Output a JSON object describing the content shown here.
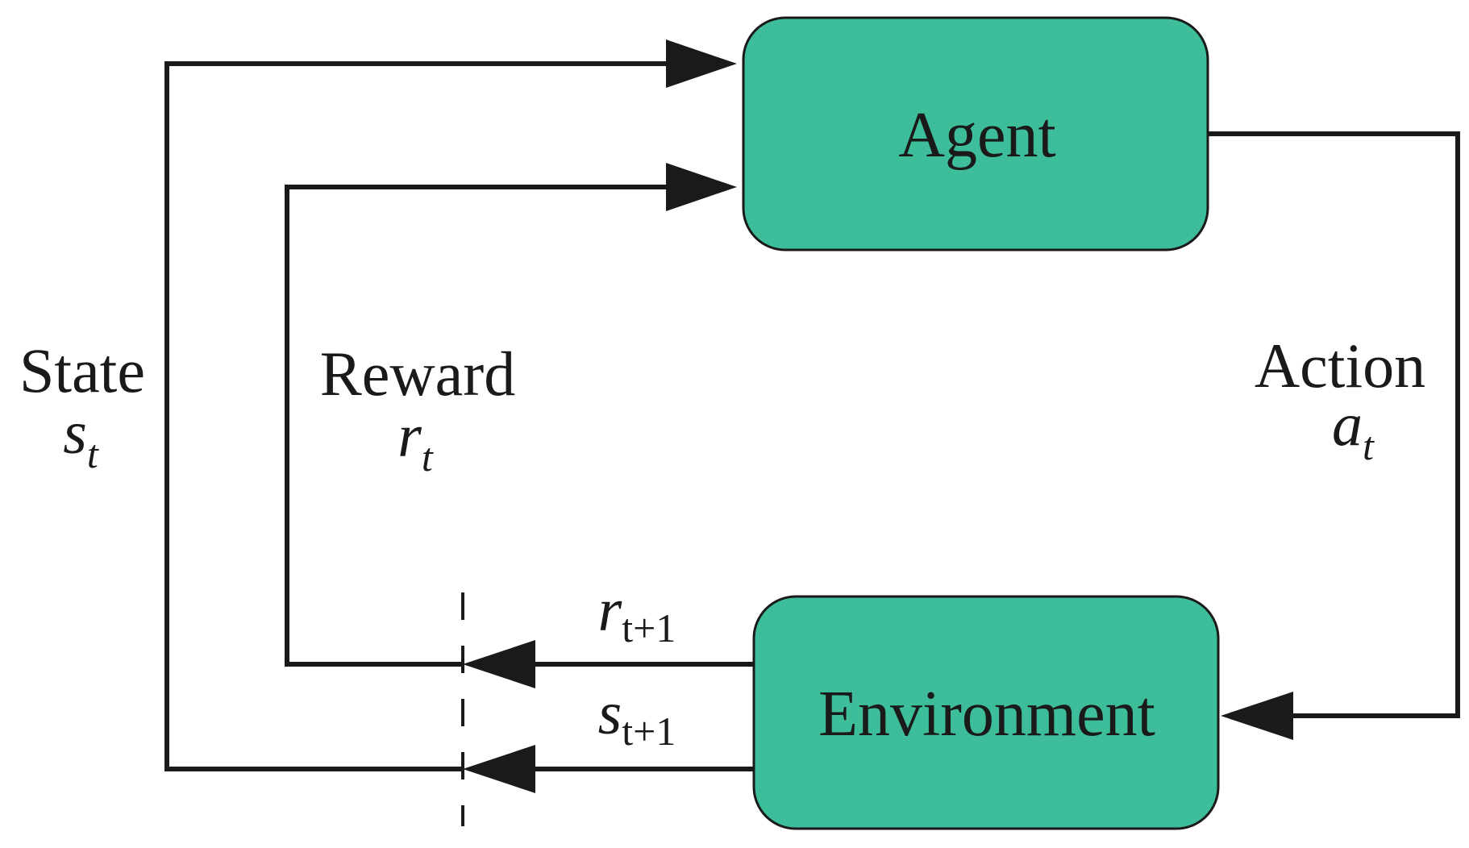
{
  "colors": {
    "box_fill": "#3dbd9a",
    "line": "#1a1a1a",
    "background": "#ffffff"
  },
  "nodes": {
    "agent": "Agent",
    "environment": "Environment"
  },
  "labels": {
    "state": {
      "word": "State",
      "symbol": "s",
      "subscript": "t"
    },
    "reward": {
      "word": "Reward",
      "symbol": "r",
      "subscript": "t"
    },
    "action": {
      "word": "Action",
      "symbol": "a",
      "subscript": "t"
    },
    "next_reward": {
      "symbol": "r",
      "subscript": "t+1"
    },
    "next_state": {
      "symbol": "s",
      "subscript": "t+1"
    }
  }
}
